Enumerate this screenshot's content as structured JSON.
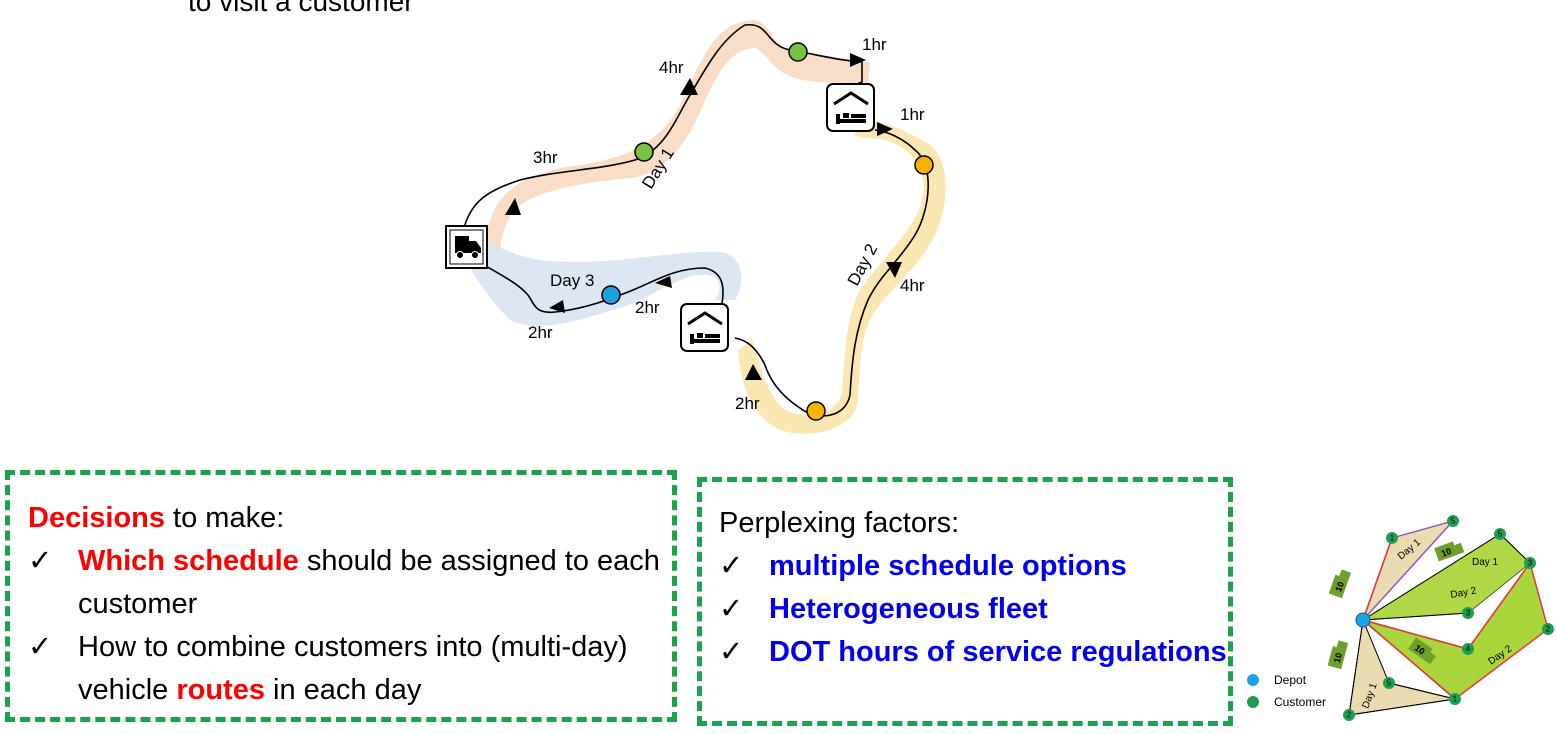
{
  "top_fragment": "to visit a customer",
  "route": {
    "legs": {
      "d1_start": "3hr",
      "d1_mid": "4hr",
      "d1_end": "1hr",
      "d2_start": "1hr",
      "d2_mid": "4hr",
      "d2_end": "2hr",
      "d3_start": "2hr",
      "d3_end": "2hr"
    },
    "days": {
      "day1": "Day 1",
      "day2": "Day 2",
      "day3": "Day 3"
    },
    "icons": [
      "truck-icon",
      "hotel-bed-icon",
      "hotel-bed-icon"
    ],
    "colors": {
      "day1_band": "#f9d9c0",
      "day2_band": "#fbe4a8",
      "day3_band": "#d9e4f2",
      "customer_green": "#7ac143",
      "customer_orange": "#f5b400",
      "customer_blue": "#1e9fe0"
    }
  },
  "decisions": {
    "heading_highlight": "Decisions",
    "heading_rest": " to make:",
    "check": "✓",
    "item1_highlight": "Which schedule",
    "item1_rest": " should be assigned to each customer",
    "item2_before": "How to combine customers into (multi-day) vehicle ",
    "item2_highlight": "routes",
    "item2_after": " in each day"
  },
  "factors": {
    "heading": "Perplexing factors:",
    "check": "✓",
    "items": [
      "multiple schedule options",
      "Heterogeneous fleet",
      "DOT hours of service regulations"
    ]
  },
  "mini": {
    "legend_depot": "Depot",
    "legend_customer": "Customer",
    "day1": "Day 1",
    "day2": "Day 2",
    "truck_capacity": "10",
    "nodes": [
      "1",
      "5",
      "5",
      "3",
      "3",
      "2",
      "4",
      "1",
      "5",
      "2"
    ],
    "colors": {
      "depot": "#1ea1e6",
      "customer": "#1f9e52",
      "fill_tan": "#eadcb0",
      "fill_green": "#a9d63b",
      "truck": "#6e9e2b"
    }
  }
}
